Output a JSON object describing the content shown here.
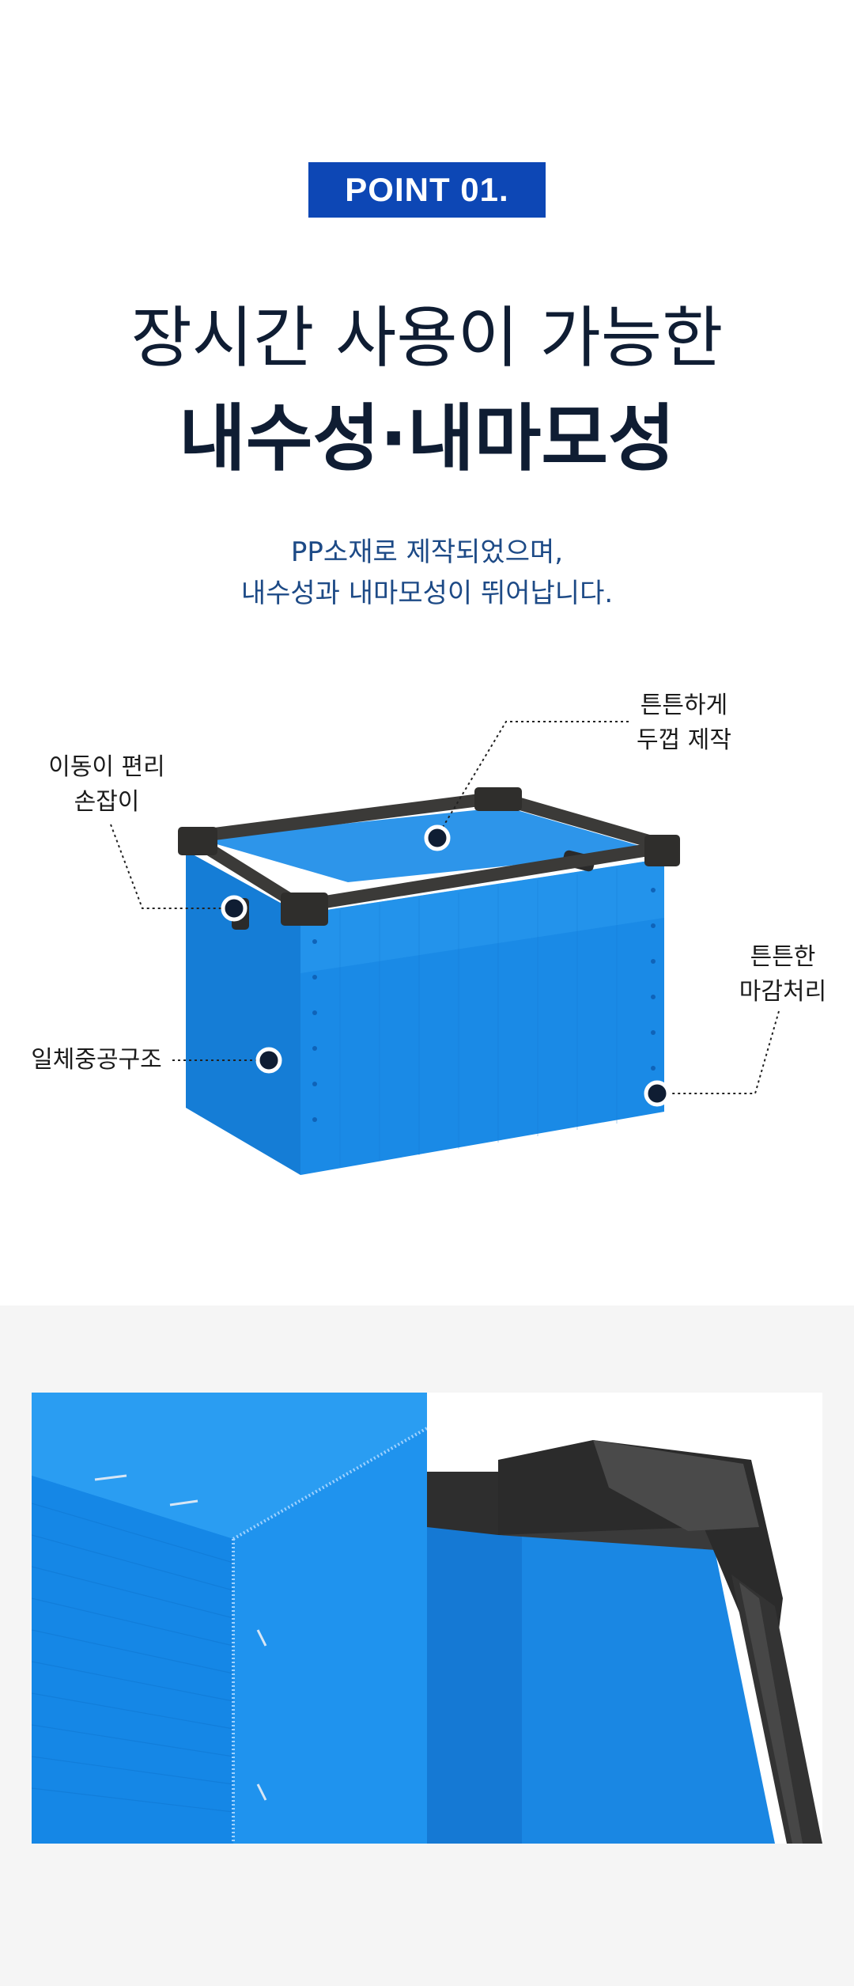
{
  "badge": "POINT 01.",
  "headline": {
    "line1": "장시간 사용이 가능한",
    "line2": "내수성·내마모성"
  },
  "description": {
    "line1": "PP소재로 제작되었으며,",
    "line2": "내수성과 내마모성이 뛰어납니다."
  },
  "callouts": {
    "handle": [
      "이동이 편리",
      "손잡이"
    ],
    "thick": [
      "튼튼하게",
      "두껍 제작"
    ],
    "finish": [
      "튼튼한",
      "마감처리"
    ],
    "hollow": [
      "일체중공구조"
    ]
  },
  "colors": {
    "accent": "#0d47b5",
    "box_blue": "#1a86e0",
    "frame": "#3b3a38",
    "heading": "#0f1d33",
    "desc": "#1d4a86"
  }
}
